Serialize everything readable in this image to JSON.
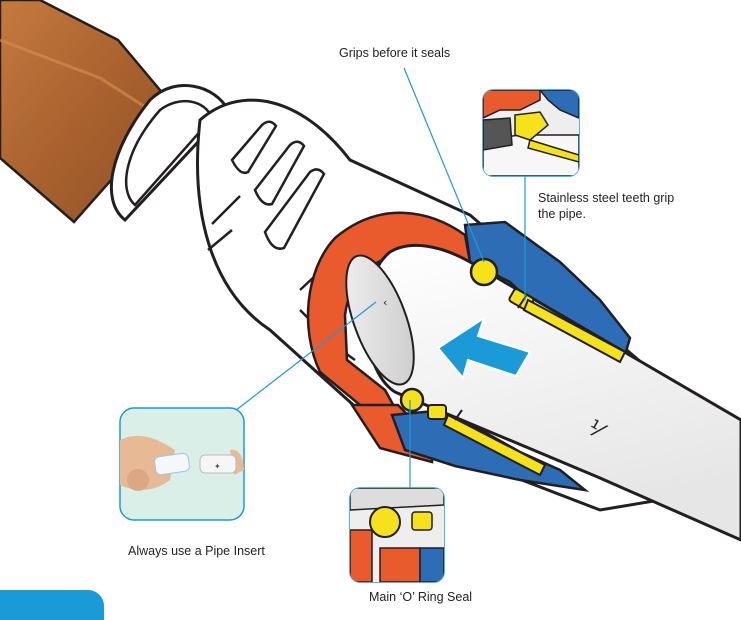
{
  "title": "",
  "labels": {
    "grips": "Grips before it seals",
    "teeth_line1": "Stainless steel teeth grip",
    "teeth_line2": "the pipe.",
    "insert": "Always use a Pipe Insert",
    "oring": "Main ‘O’ Ring Seal"
  },
  "colors": {
    "copper": "#b06b37",
    "fitting_white": "#ffffff",
    "outline": "#231f20",
    "red": "#e95a2d",
    "blue": "#2d6db5",
    "yellow": "#f5e21a",
    "accent": "#1a9bd7",
    "inset_bg": "#d9efe8"
  },
  "icons": [
    "flow-arrow-icon",
    "pipe-insert-photo"
  ]
}
